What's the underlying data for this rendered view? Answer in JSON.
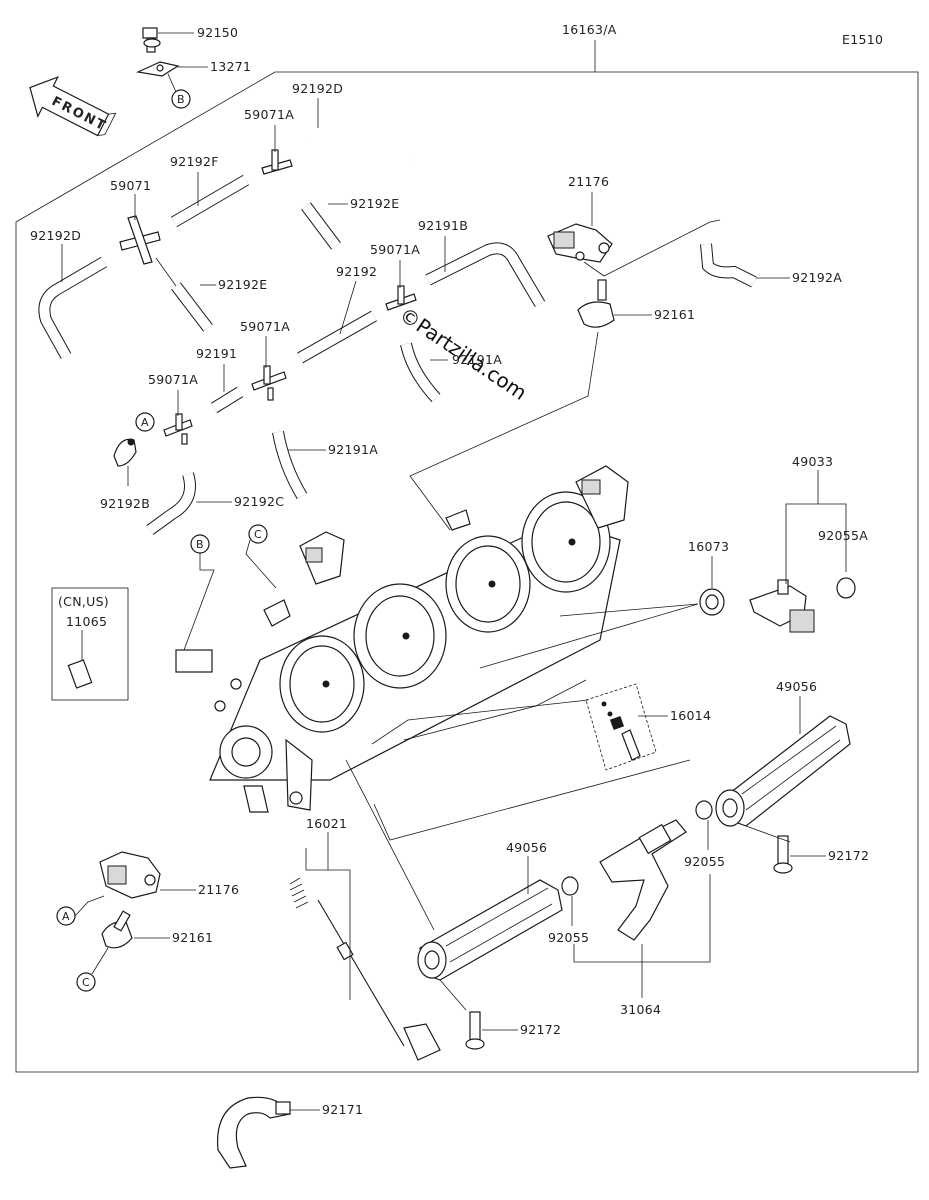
{
  "diagram_code": "E1510",
  "assembly_label": "16163/A",
  "front_label": "FRONT",
  "watermark": "©Partzilla.com",
  "region_note": "(CN,US)",
  "callouts": [
    "A",
    "B",
    "C"
  ],
  "parts": {
    "p92150": "92150",
    "p13271": "13271",
    "p92192D_top": "92192D",
    "p59071A_top": "59071A",
    "p92192F": "92192F",
    "p59071": "59071",
    "p92192E_a": "92192E",
    "p92192D_left": "92192D",
    "p92192E_b": "92192E",
    "p92191B": "92191B",
    "p59071A_mid": "59071A",
    "p92192": "92192",
    "p21176_top": "21176",
    "p92192A": "92192A",
    "p92161_top": "92161",
    "p92191A_a": "92191A",
    "p59071A_b": "59071A",
    "p92191": "92191",
    "p59071A_c": "59071A",
    "p92191A_b": "92191A",
    "p92192B": "92192B",
    "p92192C": "92192C",
    "p49033": "49033",
    "p92055A": "92055A",
    "p16073": "16073",
    "p11065": "11065",
    "p16014": "16014",
    "p49056_right": "49056",
    "p16021": "16021",
    "p49056_mid": "49056",
    "p92055_right": "92055",
    "p92172_right": "92172",
    "p21176_bottom": "21176",
    "p92161_bottom": "92161",
    "p92055_mid": "92055",
    "p31064": "31064",
    "p92172_bottom": "92172",
    "p92171": "92171"
  }
}
